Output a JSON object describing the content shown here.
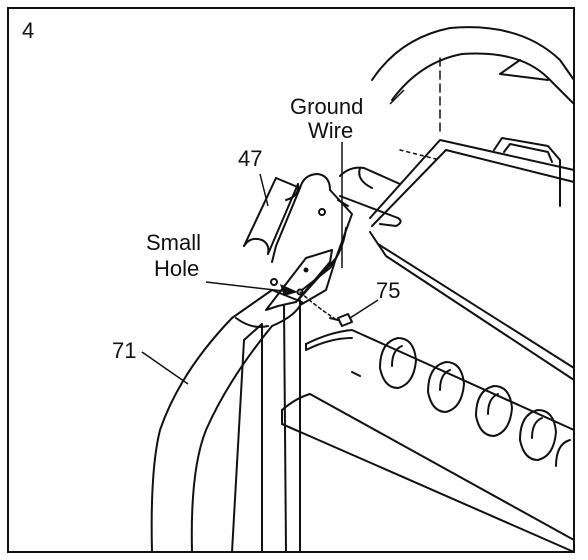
{
  "step_number": "4",
  "callouts": {
    "ground_wire_line1": "Ground",
    "ground_wire_line2": "Wire",
    "part_47": "47",
    "small_hole_line1": "Small",
    "small_hole_line2": "Hole",
    "part_75": "75",
    "part_71": "71"
  },
  "colors": {
    "ink": "#111111",
    "paper": "#ffffff"
  }
}
